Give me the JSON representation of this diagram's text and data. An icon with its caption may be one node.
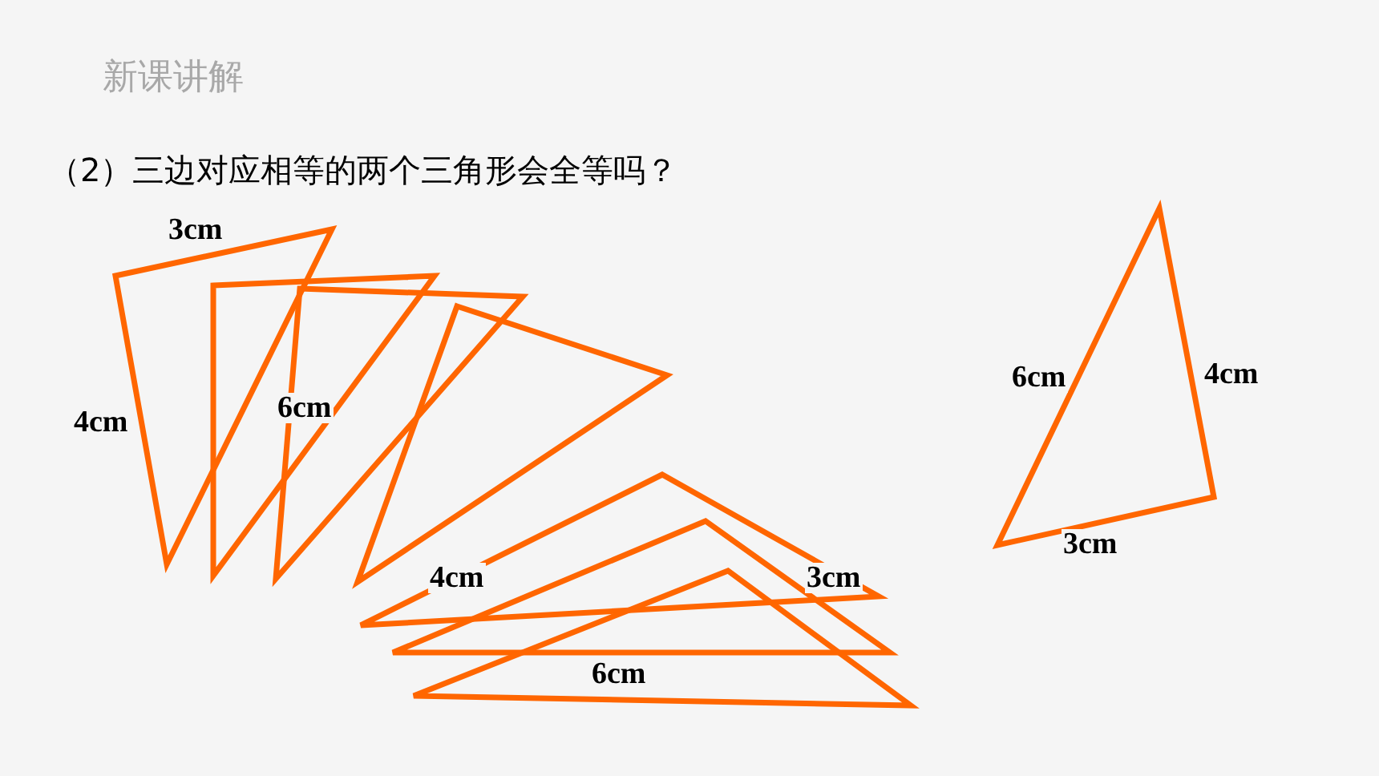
{
  "diagram": {
    "title": "新课讲解",
    "labels": [
      "（2）三边对应相等的两个三角形会全等吗？",
      "3cm",
      "4cm",
      "6cm",
      "6cm",
      "4cm",
      "3cm",
      "4cm",
      "3cm",
      "6cm"
    ]
  }
}
